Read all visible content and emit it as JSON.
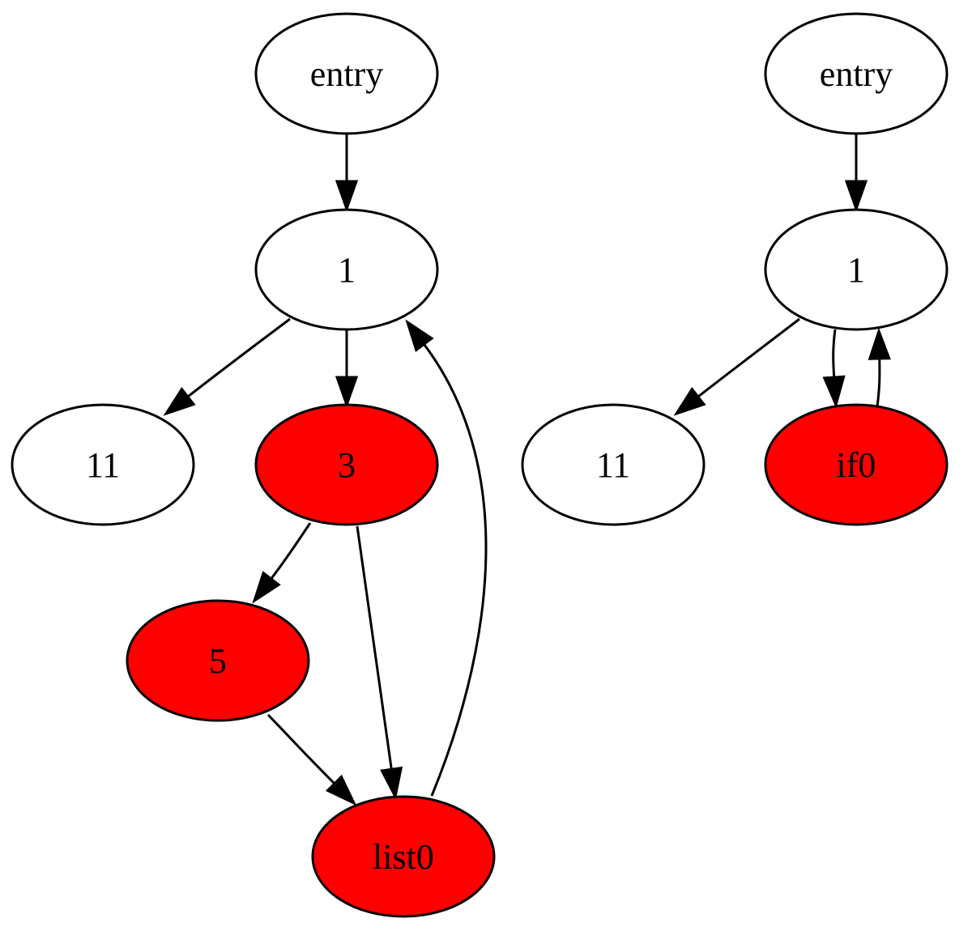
{
  "colors": {
    "highlight": "#ff0000",
    "default": "#ffffff",
    "stroke": "#000000"
  },
  "graphs": [
    {
      "nodes": [
        {
          "id": "entry",
          "label": "entry",
          "highlight": false
        },
        {
          "id": "n1",
          "label": "1",
          "highlight": false
        },
        {
          "id": "n11",
          "label": "11",
          "highlight": false
        },
        {
          "id": "n3",
          "label": "3",
          "highlight": true
        },
        {
          "id": "n5",
          "label": "5",
          "highlight": true
        },
        {
          "id": "list0",
          "label": "list0",
          "highlight": true
        }
      ],
      "edges": [
        {
          "from": "entry",
          "to": "n1"
        },
        {
          "from": "n1",
          "to": "n11"
        },
        {
          "from": "n1",
          "to": "n3"
        },
        {
          "from": "n3",
          "to": "n5"
        },
        {
          "from": "n3",
          "to": "list0"
        },
        {
          "from": "n5",
          "to": "list0"
        },
        {
          "from": "list0",
          "to": "n1"
        }
      ]
    },
    {
      "nodes": [
        {
          "id": "entry",
          "label": "entry",
          "highlight": false
        },
        {
          "id": "n1",
          "label": "1",
          "highlight": false
        },
        {
          "id": "n11",
          "label": "11",
          "highlight": false
        },
        {
          "id": "if0",
          "label": "if0",
          "highlight": true
        }
      ],
      "edges": [
        {
          "from": "entry",
          "to": "n1"
        },
        {
          "from": "n1",
          "to": "n11"
        },
        {
          "from": "n1",
          "to": "if0"
        },
        {
          "from": "if0",
          "to": "n1"
        }
      ]
    }
  ]
}
